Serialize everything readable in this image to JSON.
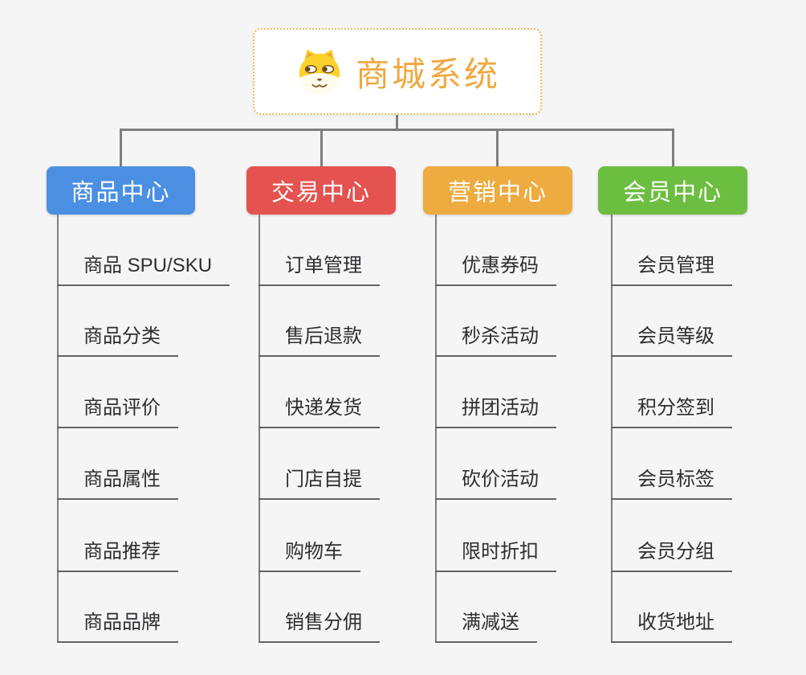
{
  "root": {
    "title": "商城系统",
    "icon": "dog-face-icon",
    "title_color": "#f0a840",
    "border_color": "#f0bc5e"
  },
  "branches": [
    {
      "label": "商品中心",
      "color": "#4b8fe3",
      "children": [
        "商品 SPU/SKU",
        "商品分类",
        "商品评价",
        "商品属性",
        "商品推荐",
        "商品品牌"
      ]
    },
    {
      "label": "交易中心",
      "color": "#e4534f",
      "children": [
        "订单管理",
        "售后退款",
        "快递发货",
        "门店自提",
        "购物车",
        "销售分佣"
      ]
    },
    {
      "label": "营销中心",
      "color": "#eeab40",
      "children": [
        "优惠券码",
        "秒杀活动",
        "拼团活动",
        "砍价活动",
        "限时折扣",
        "满减送"
      ]
    },
    {
      "label": "会员中心",
      "color": "#6cbe40",
      "children": [
        "会员管理",
        "会员等级",
        "积分签到",
        "会员标签",
        "会员分组",
        "收货地址"
      ]
    }
  ],
  "colors": {
    "background": "#f5f5f6",
    "connector_line": "#7e7e7e",
    "leaf_underline": "#636363",
    "leaf_text": "#2e2e32",
    "branch_text": "#ffffff",
    "node_background": "#ffffff"
  }
}
